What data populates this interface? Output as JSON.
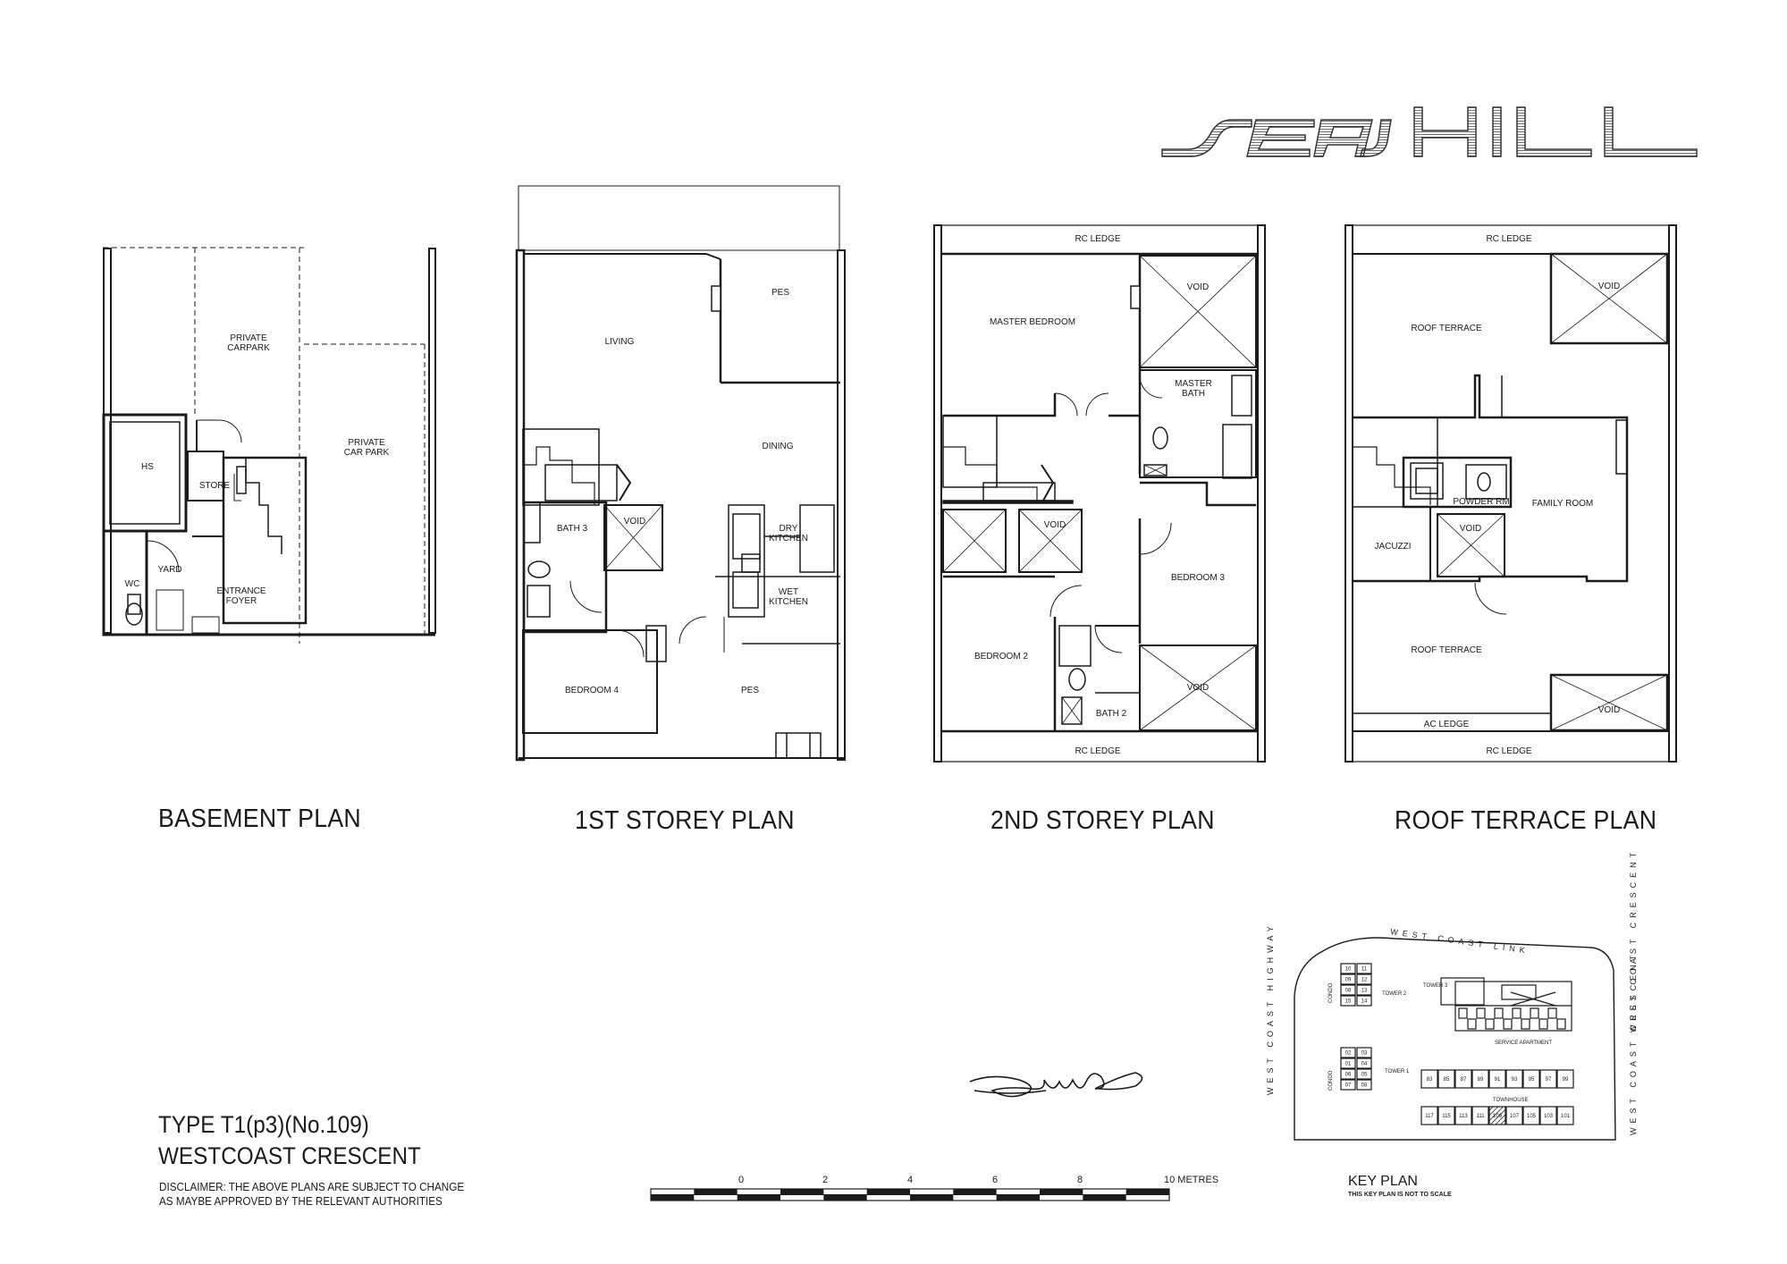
{
  "brand": {
    "logo_text": "SEAHILL"
  },
  "plans": {
    "basement": {
      "title": "BASEMENT PLAN",
      "rooms": {
        "private_carpark_1": "PRIVATE\nCARPARK",
        "private_carpark_2": "PRIVATE\nCAR PARK",
        "hs": "HS",
        "store": "STORE",
        "yard": "YARD",
        "wc": "WC",
        "entrance_foyer": "ENTRANCE\nFOYER"
      }
    },
    "first": {
      "title": "1ST STOREY PLAN",
      "rooms": {
        "living": "LIVING",
        "pes_top": "PES",
        "dining": "DINING",
        "bath3": "BATH 3",
        "void": "VOID",
        "dry_kitchen": "DRY\nKITCHEN",
        "wet_kitchen": "WET\nKITCHEN",
        "bedroom4": "BEDROOM 4",
        "pes_bottom": "PES"
      }
    },
    "second": {
      "title": "2ND STOREY PLAN",
      "rooms": {
        "rc_ledge_top": "RC LEDGE",
        "void_top": "VOID",
        "master_bedroom": "MASTER BEDROOM",
        "master_bath": "MASTER\nBATH",
        "void_left": "VOID",
        "bedroom3": "BEDROOM 3",
        "bedroom2": "BEDROOM 2",
        "bath2": "BATH 2",
        "void_bottom": "VOID",
        "rc_ledge_bottom": "RC LEDGE"
      }
    },
    "roof": {
      "title": "ROOF TERRACE PLAN",
      "rooms": {
        "rc_ledge_top": "RC LEDGE",
        "void_top": "VOID",
        "roof_terrace_top": "ROOF TERRACE",
        "powder_rm": "POWDER RM",
        "family_room": "FAMILY ROOM",
        "jacuzzi": "JACUZZI",
        "void_mid": "VOID",
        "roof_terrace_bottom": "ROOF TERRACE",
        "void_bottom": "VOID",
        "ac_ledge": "AC LEDGE",
        "rc_ledge_bottom": "RC LEDGE"
      }
    }
  },
  "unit": {
    "type": "TYPE T1(p3)(No.109)",
    "address": "WESTCOAST CRESCENT",
    "disclaimer": "DISCLAIMER: THE ABOVE PLANS ARE SUBJECT TO CHANGE\nAS MAYBE APPROVED BY THE RELEVANT AUTHORITIES"
  },
  "scale_bar": {
    "ticks": [
      "0",
      "2",
      "4",
      "6",
      "8",
      "10 METRES"
    ]
  },
  "key_plan": {
    "title": "KEY PLAN",
    "note": "THIS KEY PLAN IS NOT TO SCALE",
    "roads": {
      "north": "WEST COAST LINK",
      "west": "WEST COAST HIGHWAY",
      "east_upper": "WEST COAST CRESCENT",
      "east_lower": "WEST COAST CRESCENT"
    },
    "labels": {
      "tower1": "TOWER 1",
      "tower2": "TOWER 2",
      "tower3": "TOWER 3",
      "service_apartment": "SERVICE APARTMENT",
      "townhouse": "TOWNHOUSE",
      "condo_left": "CONDO",
      "condo_mid": "CONDO"
    },
    "tower2_units": [
      "10",
      "11",
      "09",
      "12",
      "08",
      "13",
      "15",
      "14"
    ],
    "tower1_units": [
      "02",
      "03",
      "01",
      "04",
      "06",
      "05",
      "07",
      "08"
    ],
    "townhouse_top": [
      "83",
      "85",
      "87",
      "89",
      "91",
      "93",
      "95",
      "97",
      "99"
    ],
    "townhouse_bottom": [
      "117",
      "115",
      "113",
      "111",
      "109",
      "107",
      "105",
      "103",
      "101"
    ],
    "highlight": "109"
  },
  "colors": {
    "line": "#1a1a1a",
    "highlight": "#333333"
  }
}
